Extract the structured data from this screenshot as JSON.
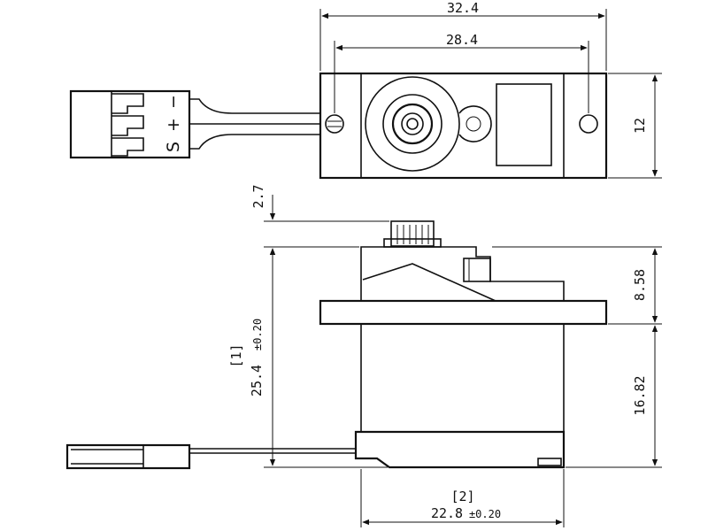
{
  "top_view": {
    "dimensions": {
      "overall_width": "32.4",
      "hole_spacing": "28.4",
      "height": "12"
    },
    "connector_pins": {
      "minus": "−",
      "plus": "+",
      "signal": "S"
    }
  },
  "side_view": {
    "dimensions": {
      "spline_height": "2.7",
      "upper_height": "8.58",
      "lower_height": "16.82",
      "total_height_ref": "[1]",
      "total_height": "25.4",
      "total_height_tol": "±0.20",
      "body_width_ref": "[2]",
      "body_width": "22.8",
      "body_width_tol": "±0.20"
    }
  }
}
